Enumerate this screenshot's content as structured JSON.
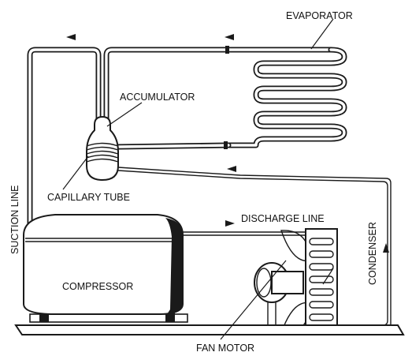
{
  "labels": {
    "evaporator": "EVAPORATOR",
    "accumulator": "ACCUMULATOR",
    "suction_line": "SUCTION LINE",
    "capillary_tube": "CAPILLARY TUBE",
    "discharge_line": "DISCHARGE LINE",
    "condenser": "CONDENSER",
    "compressor": "COMPRESSOR",
    "fan_motor": "FAN MOTOR"
  }
}
